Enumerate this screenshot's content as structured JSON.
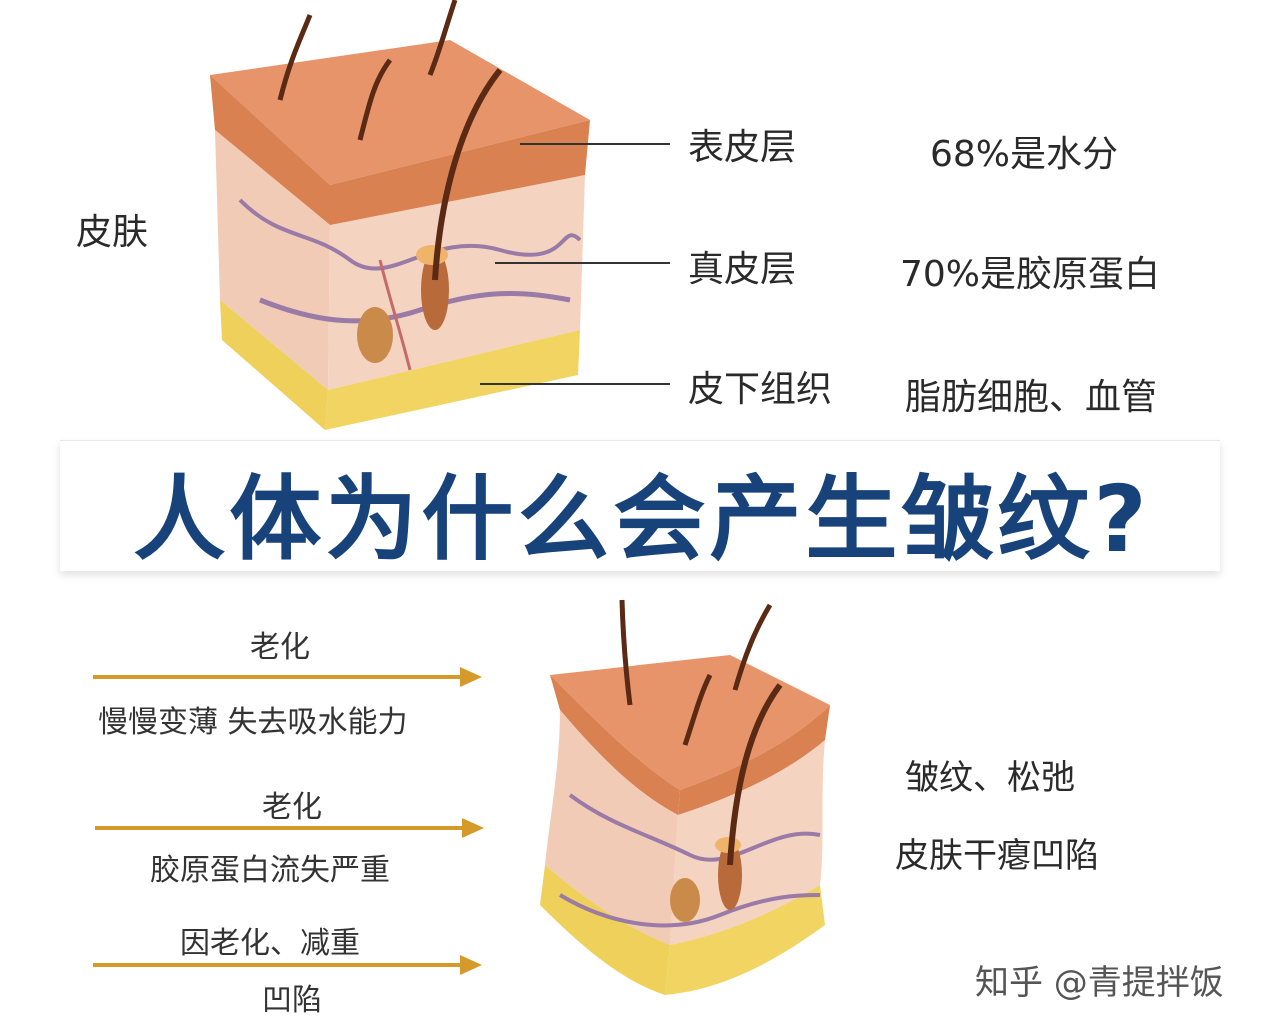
{
  "top": {
    "skin_label": "皮肤",
    "layers": [
      {
        "name": "表皮层",
        "fact": "68%是水分"
      },
      {
        "name": "真皮层",
        "fact": "70%是胶原蛋白"
      },
      {
        "name": "皮下组织",
        "fact": "脂肪细胞、血管"
      }
    ]
  },
  "headline": "人体为什么会产生皱纹?",
  "bottom": {
    "causes": [
      {
        "above": "老化",
        "below": "慢慢变薄  失去吸水能力"
      },
      {
        "above": "老化",
        "below": "胶原蛋白流失严重"
      },
      {
        "above": "因老化、减重",
        "below": "凹陷"
      }
    ],
    "results": [
      "皱纹、松弛",
      "皮肤干瘪凹陷"
    ]
  },
  "watermark": "知乎 @青提拌饭",
  "colors": {
    "headline": "#17427a",
    "arrow": "#d59a2a",
    "epidermis": "#e59a6d",
    "dermis": "#f3c9b2",
    "fat": "#f0cf55"
  }
}
